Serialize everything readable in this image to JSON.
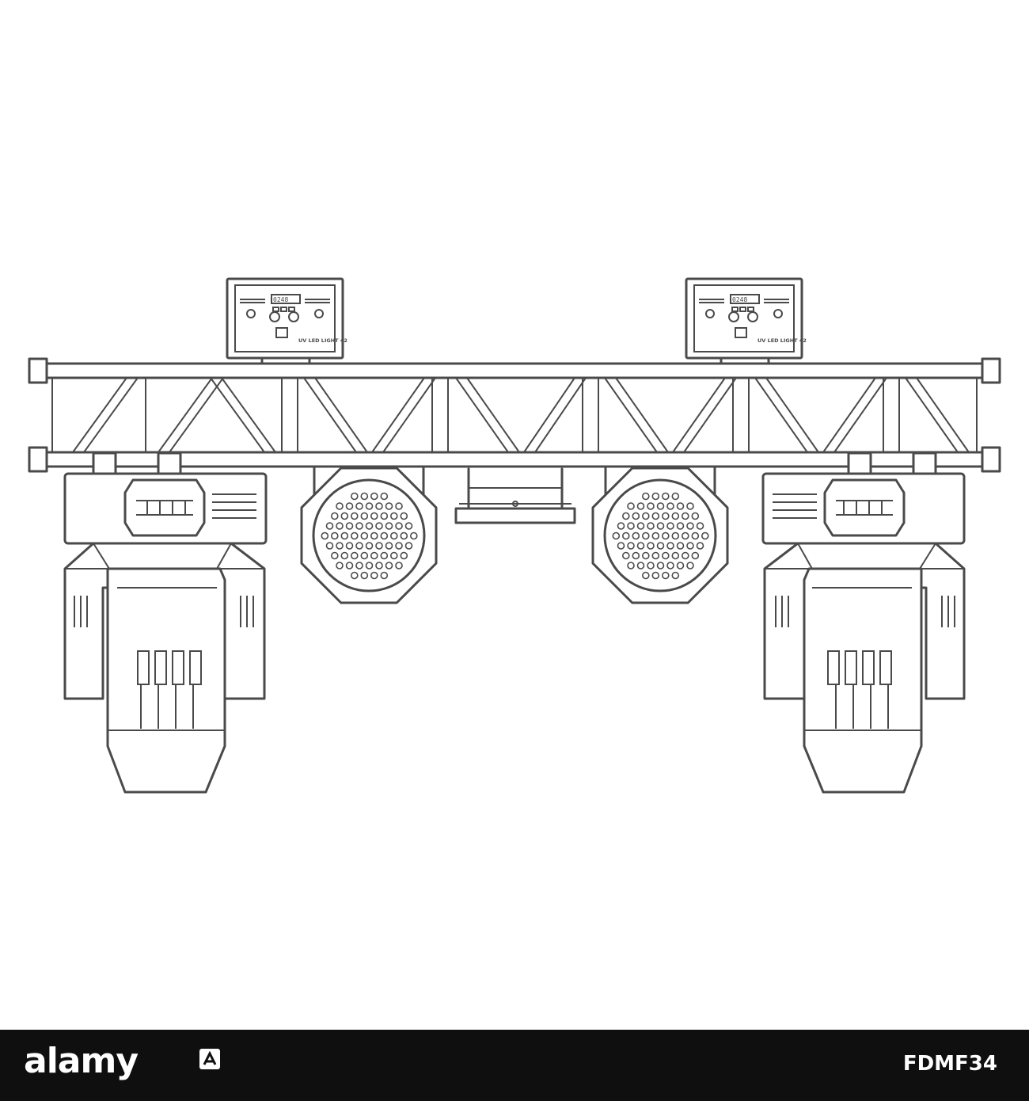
{
  "illustration": {
    "fixture_label_left": "UV LED LIGHT 42",
    "fixture_label_right": "UV LED LIGHT 42",
    "display_left": "0248",
    "display_right": "0248"
  },
  "footer": {
    "brand": "alamy",
    "watermark_icon": "alamy-mark-icon",
    "image_id": "FDMF34"
  }
}
